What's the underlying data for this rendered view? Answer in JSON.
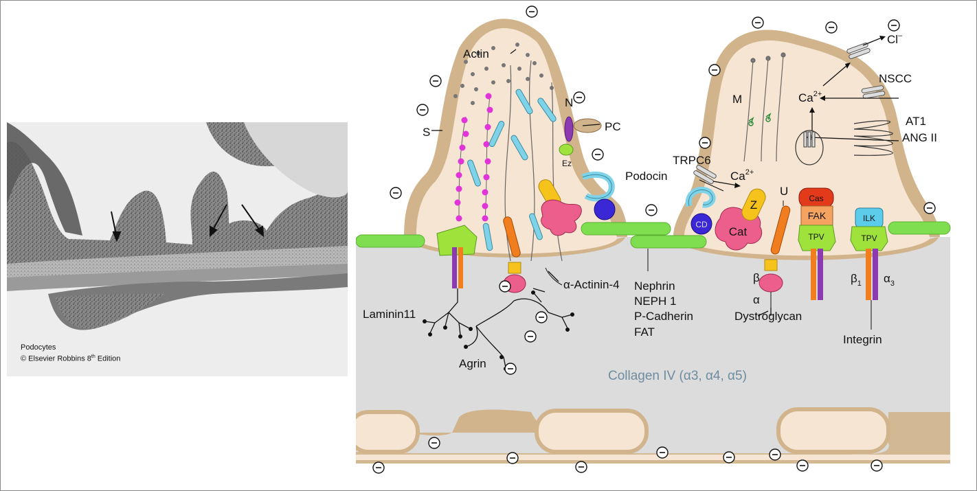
{
  "micrograph": {
    "caption_line1": "Podocytes",
    "caption_line2_prefix": "© Elsevier Robbins 8",
    "caption_line2_sup": "th",
    "caption_line2_suffix": " Edition"
  },
  "diagram": {
    "labels": {
      "actin": "Actin",
      "s": "S",
      "n": "N",
      "pc": "PC",
      "ez": "Ez",
      "alpha_actinin_4": "α-Actinin-4",
      "laminin11": "Laminin11",
      "agrin": "Agrin",
      "trpc6": "TRPC6",
      "podocin": "Podocin",
      "ca_channel": "Ca",
      "ca_channel_sup": "2+",
      "cd": "CD",
      "cat": "Cat",
      "z": "Z",
      "u": "U",
      "cas": "Cas",
      "fak": "FAK",
      "ilk": "ILK",
      "tpv": "TPV",
      "beta": "β",
      "alpha": "α",
      "beta1": "β",
      "beta1_sub": "1",
      "alpha3": "α",
      "alpha3_sub": "3",
      "nephrin": "Nephrin",
      "neph1": "NEPH 1",
      "p_cadherin": "P-Cadherin",
      "fat": "FAT",
      "dystroglycan": "Dystroglycan",
      "integrin": "Integrin",
      "m": "M",
      "ca_cell": "Ca",
      "ca_cell_sup": "2+",
      "cl": "Cl",
      "cl_sup": "–",
      "nscc": "NSCC",
      "at1": "AT1",
      "ang2": "ANG II",
      "collagen": "Collagen IV (α3, α4, α5)",
      "minus": "⊖"
    },
    "colors": {
      "cytoplasm": "#f6e5d2",
      "membrane": "#d2b48c",
      "gbm": "#dcdcdc",
      "slit": "#7ede50",
      "actin_bundle": "#7fd3e8",
      "spectrin": "#e033d8",
      "orange": "#f07e1e",
      "yellow": "#f6c21c",
      "pink": "#ec5f8c",
      "blue": "#3a28d6",
      "red": "#e23a1a",
      "purple": "#8b3ab0",
      "ilk": "#5bcdea",
      "green": "#9fe23b"
    }
  }
}
